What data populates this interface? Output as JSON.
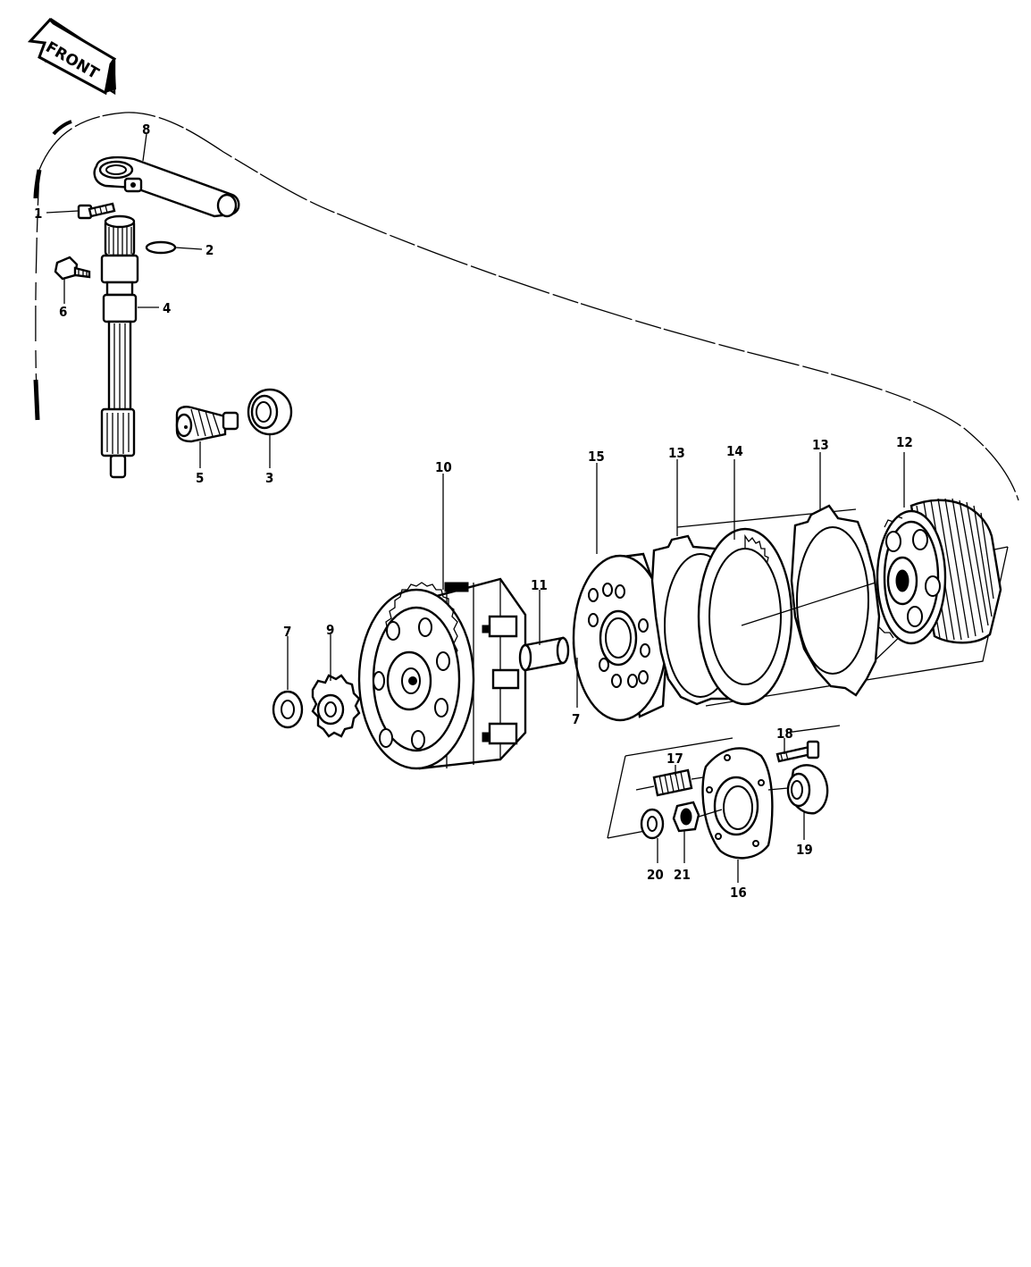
{
  "front_arrow": {
    "label": "FRONT"
  },
  "colors": {
    "ink": "#000000",
    "paper": "#ffffff"
  },
  "callouts": {
    "c1": "1",
    "c2": "2",
    "c3": "3",
    "c4": "4",
    "c5": "5",
    "c6": "6",
    "c7a": "7",
    "c7b": "7",
    "c8": "8",
    "c9": "9",
    "c10": "10",
    "c11": "11",
    "c12": "12",
    "c13a": "13",
    "c13b": "13",
    "c14": "14",
    "c15": "15",
    "c16": "16",
    "c17": "17",
    "c18": "18",
    "c19": "19",
    "c20": "20",
    "c21": "21"
  }
}
